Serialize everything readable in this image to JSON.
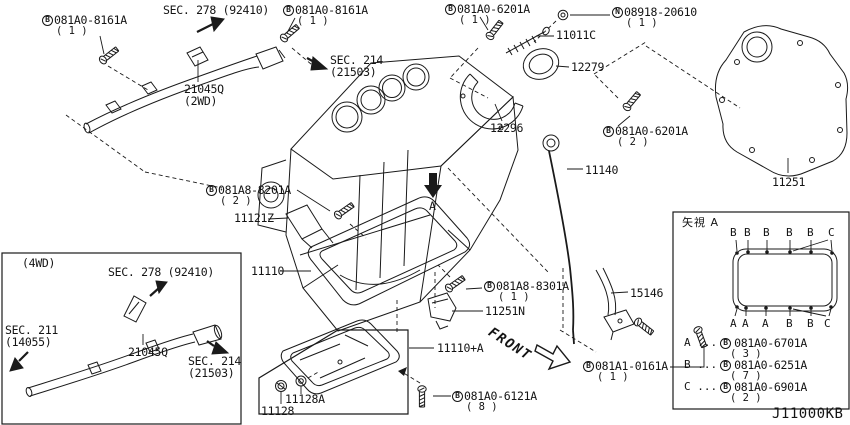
{
  "drawing_id": "J11000KB",
  "callouts": {
    "b8161a_left": {
      "sym": "B",
      "num": "081A0-8161A",
      "qty": "( 1 )"
    },
    "b8161a_mid": {
      "sym": "B",
      "num": "081A0-8161A",
      "qty": "( 1 )"
    },
    "b6201a_top": {
      "sym": "B",
      "num": "081A0-6201A",
      "qty": "( 1 )"
    },
    "n08918": {
      "sym": "N",
      "num": "08918-20610",
      "qty": "( 1 )"
    },
    "b6201a_right": {
      "sym": "B",
      "num": "081A0-6201A",
      "qty": "( 2 )"
    },
    "b8201a": {
      "sym": "B",
      "num": "081A8-8201A",
      "qty": "( 2 )"
    },
    "b8301a": {
      "sym": "B",
      "num": "081A8-8301A",
      "qty": "( 1 )"
    },
    "b6121a": {
      "sym": "B",
      "num": "081A0-6121A",
      "qty": "( 8 )"
    },
    "b0161a": {
      "sym": "B",
      "num": "081A1-0161A",
      "qty": "( 1 )"
    }
  },
  "parts": {
    "p21045q": "21045Q",
    "p2wd": "(2WD)",
    "p11011c": "11011C",
    "p12279": "12279",
    "p12296": "12296",
    "p11140": "11140",
    "p11251": "11251",
    "p11121z": "11121Z",
    "p11110": "11110",
    "p11251n": "11251N",
    "p11110a": "11110+A",
    "p15146": "15146",
    "p11128a": "11128A",
    "p11128": "11128",
    "p21045q_4wd": "21045Q"
  },
  "sec_refs": {
    "sec278_top": "SEC. 278 (92410)",
    "sec214_top": [
      "SEC. 214",
      "(21503)"
    ],
    "sec278_4wd": "SEC. 278 (92410)",
    "sec211_4wd": [
      "SEC. 211",
      "(14055)"
    ],
    "sec214_4wd": [
      "SEC. 214",
      "(21503)"
    ]
  },
  "annotations": {
    "front": "FRONT",
    "view_arrow": "A",
    "drive_4wd": "(4WD)",
    "inset_title": "矢視  A"
  },
  "inset": {
    "top_row": [
      "B",
      "B",
      "B",
      "B",
      "B",
      "C"
    ],
    "bottom_row": [
      "A",
      "A",
      "A",
      "B",
      "B",
      "C"
    ],
    "legend": [
      {
        "key": "A ...",
        "sym": "B",
        "num": "081A0-6701A",
        "qty": "( 3 )"
      },
      {
        "key": "B ...",
        "sym": "B",
        "num": "081A0-6251A",
        "qty": "( 7 )"
      },
      {
        "key": "C ...",
        "sym": "B",
        "num": "081A0-6901A",
        "qty": "( 2 )"
      }
    ]
  },
  "colors": {
    "line": "#1a1a1a",
    "background": "#ffffff"
  }
}
